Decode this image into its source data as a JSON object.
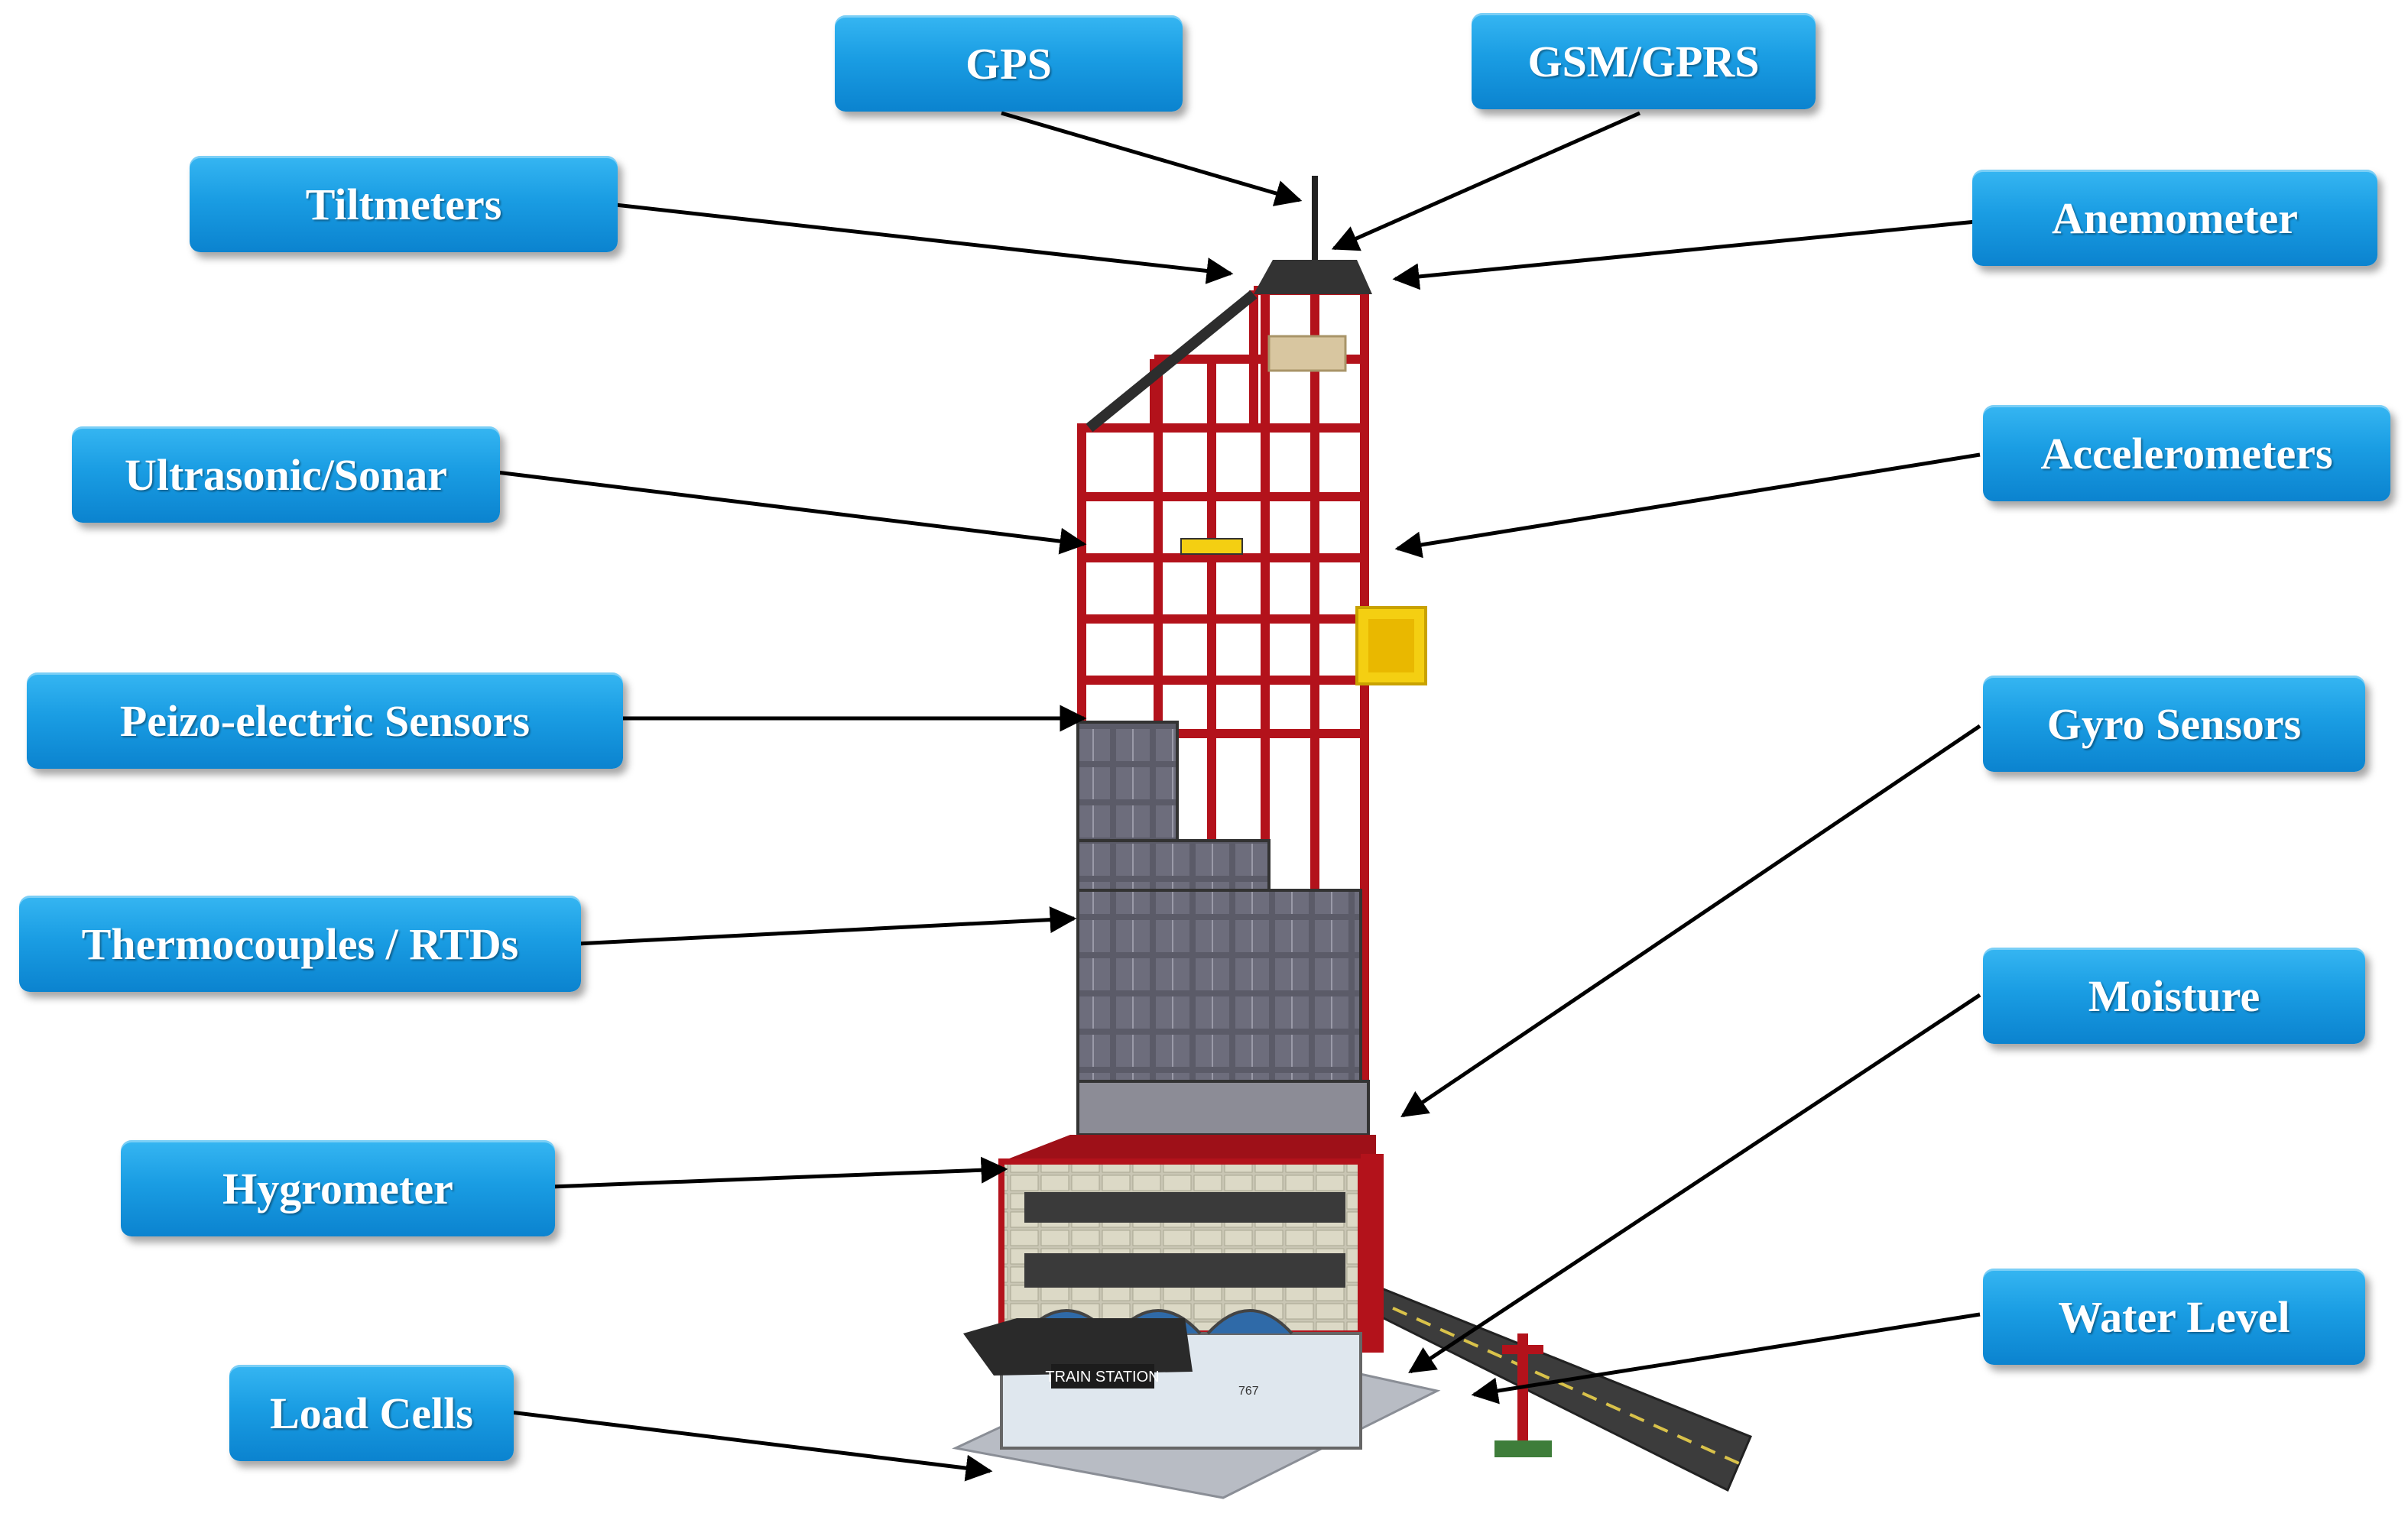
{
  "colors": {
    "label_top": "#36b6f2",
    "label_bottom": "#0b83cf",
    "label_text": "#ffffff",
    "frame_red": "#b3121b",
    "glass": "#5a5a66",
    "arrow": "#000000"
  },
  "labels": {
    "gps": "GPS",
    "gsm_gprs": "GSM/GPRS",
    "tiltmeters": "Tiltmeters",
    "anemometer": "Anemometer",
    "ultrasonic_sonar": "Ultrasonic/Sonar",
    "accelerometers": "Accelerometers",
    "peizo_electric_sensors": "Peizo-electric Sensors",
    "gyro_sensors": "Gyro Sensors",
    "thermocouples_rtds": "Thermocouples / RTDs",
    "moisture": "Moisture",
    "hygrometer": "Hygrometer",
    "water_level": "Water Level",
    "load_cells": "Load Cells"
  },
  "model": {
    "station_sign": "TRAIN STATION",
    "building_number": "767"
  }
}
